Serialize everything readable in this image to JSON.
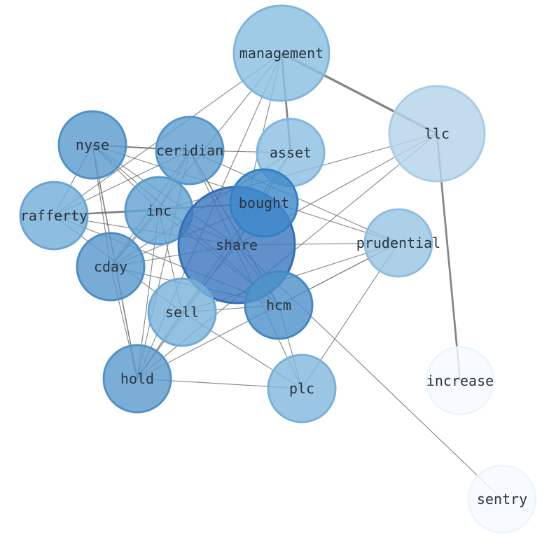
{
  "graph": {
    "nodes": [
      {
        "id": "management",
        "label": "management",
        "fill": "#8bbfe0",
        "stroke": "#7fb6dc"
      },
      {
        "id": "llc",
        "label": "llc",
        "fill": "#b4d4ea",
        "stroke": "#a9cde6"
      },
      {
        "id": "nyse",
        "label": "nyse",
        "fill": "#5d9ccd",
        "stroke": "#4f92c6"
      },
      {
        "id": "ceridian",
        "label": "ceridian",
        "fill": "#61a0cf",
        "stroke": "#5596c9"
      },
      {
        "id": "asset",
        "label": "asset",
        "fill": "#8cc0e1",
        "stroke": "#80b7dc"
      },
      {
        "id": "rafferty",
        "label": "rafferty",
        "fill": "#74afd8",
        "stroke": "#68a6d3"
      },
      {
        "id": "inc",
        "label": "inc",
        "fill": "#64a2d1",
        "stroke": "#5898ca"
      },
      {
        "id": "bought",
        "label": "bought",
        "fill": "#3f8acc",
        "stroke": "#3380c6"
      },
      {
        "id": "share",
        "label": "share",
        "fill": "#3d79bf",
        "stroke": "#336fb6"
      },
      {
        "id": "prudential",
        "label": "prudential",
        "fill": "#98c6e3",
        "stroke": "#8dbedf"
      },
      {
        "id": "cday",
        "label": "cday",
        "fill": "#5a98cc",
        "stroke": "#4e8ec5"
      },
      {
        "id": "sell",
        "label": "sell",
        "fill": "#7ab3da",
        "stroke": "#6eaad5"
      },
      {
        "id": "hcm",
        "label": "hcm",
        "fill": "#4f92c9",
        "stroke": "#4388c2"
      },
      {
        "id": "hold",
        "label": "hold",
        "fill": "#5d9ccd",
        "stroke": "#5192c7"
      },
      {
        "id": "plc",
        "label": "plc",
        "fill": "#84bade",
        "stroke": "#78b1d9"
      },
      {
        "id": "increase",
        "label": "increase",
        "fill": "#f5f9fe",
        "stroke": "#eef5fc"
      },
      {
        "id": "sentry",
        "label": "sentry",
        "fill": "#f5f9fe",
        "stroke": "#eef5fc"
      }
    ],
    "edges": [
      {
        "source": "management",
        "target": "llc",
        "weight": 3
      },
      {
        "source": "management",
        "target": "asset",
        "weight": 2.5
      },
      {
        "source": "management",
        "target": "rafferty",
        "weight": 1
      },
      {
        "source": "management",
        "target": "cday",
        "weight": 1
      },
      {
        "source": "management",
        "target": "share",
        "weight": 1
      },
      {
        "source": "management",
        "target": "hold",
        "weight": 1
      },
      {
        "source": "llc",
        "target": "increase",
        "weight": 2.5
      },
      {
        "source": "llc",
        "target": "share",
        "weight": 1
      },
      {
        "source": "llc",
        "target": "inc",
        "weight": 1
      },
      {
        "source": "llc",
        "target": "hold",
        "weight": 1
      },
      {
        "source": "nyse",
        "target": "ceridian",
        "weight": 2
      },
      {
        "source": "nyse",
        "target": "rafferty",
        "weight": 1
      },
      {
        "source": "nyse",
        "target": "inc",
        "weight": 1
      },
      {
        "source": "nyse",
        "target": "cday",
        "weight": 1
      },
      {
        "source": "nyse",
        "target": "hold",
        "weight": 1.5
      },
      {
        "source": "nyse",
        "target": "hcm",
        "weight": 1
      },
      {
        "source": "nyse",
        "target": "share",
        "weight": 1
      },
      {
        "source": "nyse",
        "target": "prudential",
        "weight": 1
      },
      {
        "source": "ceridian",
        "target": "asset",
        "weight": 1
      },
      {
        "source": "ceridian",
        "target": "inc",
        "weight": 1
      },
      {
        "source": "ceridian",
        "target": "cday",
        "weight": 1
      },
      {
        "source": "ceridian",
        "target": "hcm",
        "weight": 1.5
      },
      {
        "source": "ceridian",
        "target": "plc",
        "weight": 1
      },
      {
        "source": "ceridian",
        "target": "hold",
        "weight": 1
      },
      {
        "source": "ceridian",
        "target": "rafferty",
        "weight": 1
      },
      {
        "source": "ceridian",
        "target": "prudential",
        "weight": 1
      },
      {
        "source": "rafferty",
        "target": "bought",
        "weight": 2
      },
      {
        "source": "rafferty",
        "target": "inc",
        "weight": 1
      },
      {
        "source": "rafferty",
        "target": "share",
        "weight": 1
      },
      {
        "source": "rafferty",
        "target": "hcm",
        "weight": 1
      },
      {
        "source": "rafferty",
        "target": "sell",
        "weight": 1
      },
      {
        "source": "inc",
        "target": "share",
        "weight": 1
      },
      {
        "source": "inc",
        "target": "hcm",
        "weight": 1
      },
      {
        "source": "inc",
        "target": "sell",
        "weight": 1
      },
      {
        "source": "inc",
        "target": "hold",
        "weight": 1
      },
      {
        "source": "inc",
        "target": "cday",
        "weight": 1
      },
      {
        "source": "asset",
        "target": "cday",
        "weight": 1
      },
      {
        "source": "asset",
        "target": "share",
        "weight": 1
      },
      {
        "source": "asset",
        "target": "hold",
        "weight": 1
      },
      {
        "source": "share",
        "target": "prudential",
        "weight": 1
      },
      {
        "source": "share",
        "target": "sentry",
        "weight": 1
      },
      {
        "source": "share",
        "target": "cday",
        "weight": 1
      },
      {
        "source": "share",
        "target": "hcm",
        "weight": 1
      },
      {
        "source": "share",
        "target": "sell",
        "weight": 1
      },
      {
        "source": "bought",
        "target": "cday",
        "weight": 1
      },
      {
        "source": "bought",
        "target": "hold",
        "weight": 1
      },
      {
        "source": "prudential",
        "target": "hcm",
        "weight": 1
      },
      {
        "source": "prudential",
        "target": "sell",
        "weight": 1
      },
      {
        "source": "prudential",
        "target": "plc",
        "weight": 1
      },
      {
        "source": "prudential",
        "target": "hold",
        "weight": 1
      },
      {
        "source": "cday",
        "target": "hcm",
        "weight": 1
      },
      {
        "source": "cday",
        "target": "hold",
        "weight": 1
      },
      {
        "source": "sell",
        "target": "plc",
        "weight": 1
      },
      {
        "source": "sell",
        "target": "hcm",
        "weight": 1
      },
      {
        "source": "hcm",
        "target": "plc",
        "weight": 1
      },
      {
        "source": "hold",
        "target": "plc",
        "weight": 1
      },
      {
        "source": "hold",
        "target": "sell",
        "weight": 1
      }
    ]
  }
}
